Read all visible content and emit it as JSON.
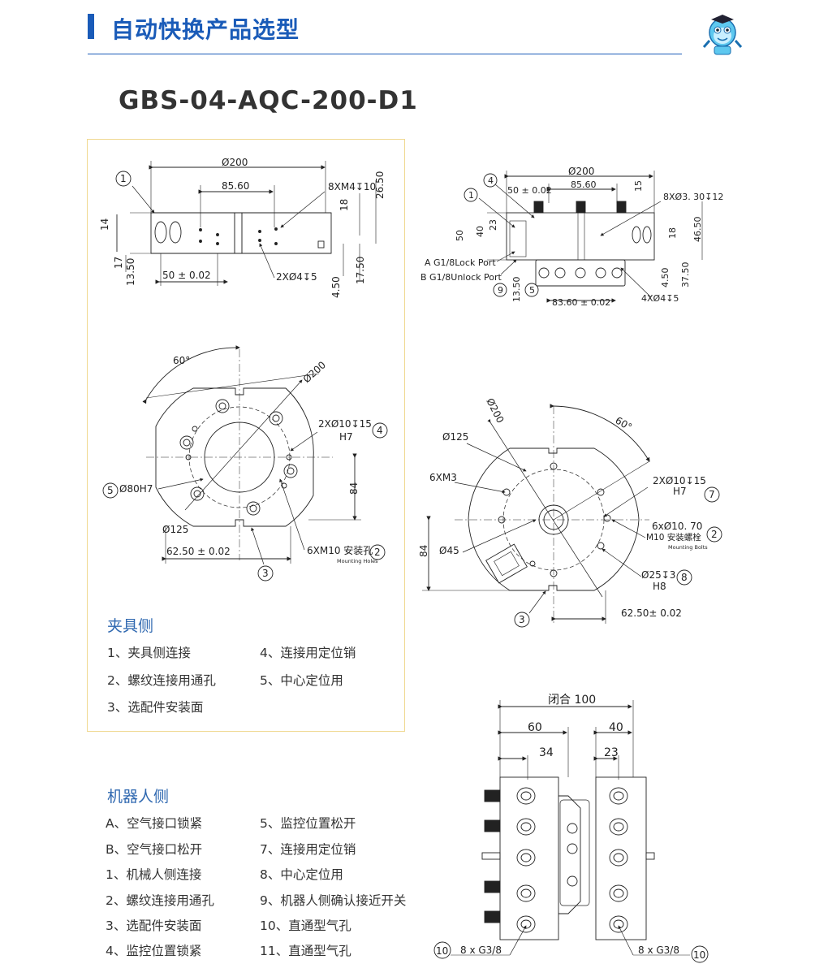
{
  "header": {
    "title": "自动快换产品选型"
  },
  "model": "GBS-04-AQC-200-D1",
  "drawing_labels": {
    "tl_phi200": "Ø200",
    "tl_8560": "85.60",
    "tl_8xm4": "8XM4↧10",
    "tl_2650": "26.50",
    "tl_14": "14",
    "tl_18": "18",
    "tl_17": "17",
    "tl_1350": "13.50",
    "tl_50": "50 ± 0.02",
    "tl_2x4": "2XØ4↧5",
    "tl_450": "4.50",
    "tl_1750": "17.50",
    "c1": "1",
    "tr_phi200": "Ø200",
    "tr_50": "50 ± 0.02",
    "tr_8560": "85.60",
    "tr_15": "15",
    "tr_8x33": "8XØ3. 30↧12",
    "tr_18": "18",
    "tr_4650": "46.50",
    "tr_50v": "50",
    "tr_40": "40",
    "tr_23": "23",
    "tr_aport": "A G1/8Lock Port",
    "tr_bport": "B G1/8Unlock Port",
    "tr_1350": "13.50",
    "tr_450": "4.50",
    "tr_3750": "37.50",
    "tr_4x4": "4XØ4↧5",
    "tr_8360": "83.60 ± 0.02",
    "c4": "4",
    "c1b": "1",
    "c9": "9",
    "c5": "5",
    "ml_60": "60°",
    "ml_phi200": "Ø200",
    "ml_2x10": "2XØ10↧15",
    "ml_h7": "H7",
    "ml_phi80": "Ø80H7",
    "ml_84": "84",
    "ml_phi125": "Ø125",
    "ml_6250": "62.50 ± 0.02",
    "ml_6xm10": "6XM10 安装孔",
    "ml_mh": "Mounting Holes",
    "c4b": "4",
    "c5b": "5",
    "c2": "2",
    "c3": "3",
    "mr_phi200": "Ø200",
    "mr_60": "60°",
    "mr_phi125": "Ø125",
    "mr_6xm3": "6XM3",
    "mr_2x10": "2XØ10↧15",
    "mr_h7": "H7",
    "mr_6x1070": "6xØ10. 70",
    "mr_m10": "M10 安装螺栓",
    "mr_mb": "Mounting Bolts",
    "mr_phi45": "Ø45",
    "mr_84": "84",
    "mr_phi25": "Ø25↧3",
    "mr_h8": "H8",
    "mr_6250": "62.50± 0.02",
    "c7": "7",
    "c2b": "2",
    "c8": "8",
    "c3b": "3",
    "br_100": "闭合 100",
    "br_60": "60",
    "br_40": "40",
    "br_34": "34",
    "br_23": "23",
    "br_g38a": "8 x G3/8",
    "br_g38b": "8 x G3/8",
    "c10a": "10",
    "c10b": "10"
  },
  "tool_side": {
    "title": "夹具侧",
    "items": [
      "1、夹具侧连接",
      "4、连接用定位销",
      "2、螺纹连接用通孔",
      "5、中心定位用",
      "3、选配件安装面"
    ]
  },
  "robot_side": {
    "title": "机器人侧",
    "left": [
      "A、空气接口锁紧",
      "B、空气接口松开",
      "1、机械人侧连接",
      "2、螺纹连接用通孔",
      "3、选配件安装面",
      "4、监控位置锁紧"
    ],
    "right": [
      "5、监控位置松开",
      "7、连接用定位销",
      "8、中心定位用",
      "9、机器人侧确认接近开关",
      "10、直通型气孔",
      "11、直通型气孔"
    ]
  }
}
